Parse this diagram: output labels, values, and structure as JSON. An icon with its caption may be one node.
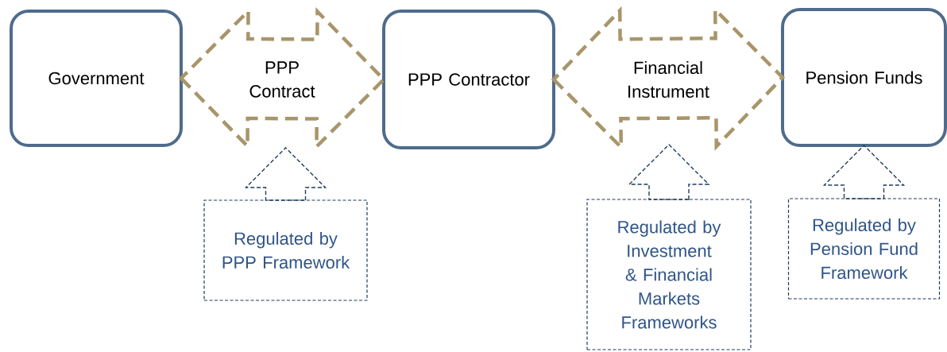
{
  "diagram": {
    "nodes": [
      {
        "text": [
          "Government"
        ]
      },
      {
        "text": [
          "PPP Contractor"
        ]
      },
      {
        "text": [
          "Pension Funds"
        ]
      },
      {
        "text": [
          "Regulated by PPP Framework"
        ]
      },
      {
        "text": [
          "Regulated by Investment & Financial Markets Frameworks"
        ]
      },
      {
        "text": [
          "Regulated by Pension Fund Framework"
        ]
      }
    ],
    "edges": [
      {
        "from": 0,
        "to": 1,
        "arrow": "both",
        "label": "PPP Contract",
        "style": "dashed",
        "color": "#a8956a"
      },
      {
        "from": 1,
        "to": 2,
        "arrow": "both",
        "label": "Financial Instrument",
        "style": "dashed",
        "color": "#a8956a"
      },
      {
        "from": 3,
        "to": null,
        "arrow": "to",
        "style": "dashed"
      },
      {
        "from": 4,
        "to": null,
        "arrow": "to",
        "style": "dashed"
      },
      {
        "from": 5,
        "to": 2,
        "arrow": "to",
        "style": "dashed"
      }
    ]
  }
}
